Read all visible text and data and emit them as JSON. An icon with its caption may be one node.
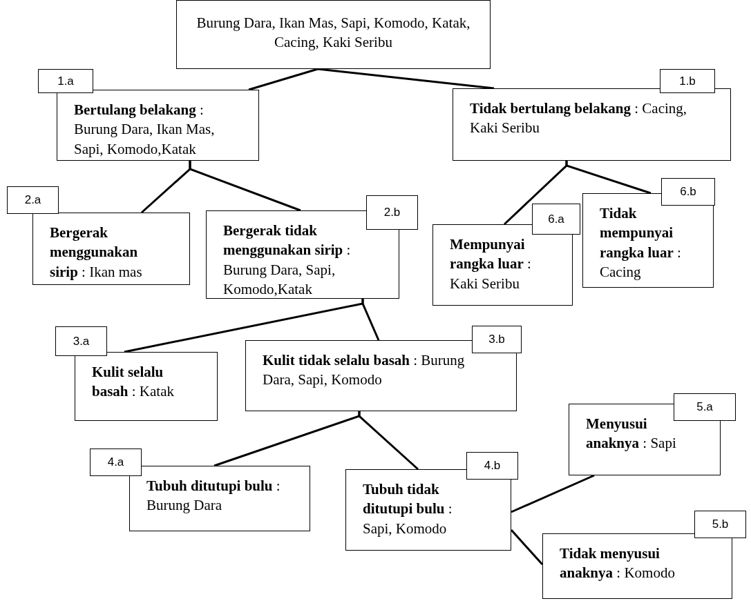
{
  "diagram": {
    "nodes": [
      {
        "text": [
          "Burung Dara, Ikan Mas, Sapi, Komodo, Katak, Cacing, Kaki Seribu"
        ]
      },
      {
        "text": [
          "1.a"
        ]
      },
      {
        "text": [
          "**Bertulang belakang** : Burung Dara, Ikan Mas, Sapi, Komodo,Katak"
        ]
      },
      {
        "text": [
          "1.b"
        ]
      },
      {
        "text": [
          "**Tidak bertulang belakang** : Cacing, Kaki Seribu"
        ]
      },
      {
        "text": [
          "2.a"
        ]
      },
      {
        "text": [
          "**Bergerak menggunakan sirip** : Ikan mas"
        ]
      },
      {
        "text": [
          "2.b"
        ]
      },
      {
        "text": [
          "**Bergerak tidak menggunakan sirip** : Burung Dara, Sapi, Komodo,Katak"
        ]
      },
      {
        "text": [
          "6.a"
        ]
      },
      {
        "text": [
          "**Mempunyai rangka luar** : Kaki Seribu"
        ]
      },
      {
        "text": [
          "6.b"
        ]
      },
      {
        "text": [
          "**Tidak mempunyai rangka luar** : Cacing"
        ]
      },
      {
        "text": [
          "3.a"
        ]
      },
      {
        "text": [
          "**Kulit selalu basah** : Katak"
        ]
      },
      {
        "text": [
          "3.b"
        ]
      },
      {
        "text": [
          "**Kulit tidak selalu basah** : Burung Dara, Sapi, Komodo"
        ]
      },
      {
        "text": [
          "4.a"
        ]
      },
      {
        "text": [
          "**Tubuh ditutupi bulu** : Burung Dara"
        ]
      },
      {
        "text": [
          "4.b"
        ]
      },
      {
        "text": [
          "**Tubuh tidak ditutupi bulu** : Sapi, Komodo"
        ]
      },
      {
        "text": [
          "5.a"
        ]
      },
      {
        "text": [
          "**Menyusui anaknya** : Sapi"
        ]
      },
      {
        "text": [
          "5.b"
        ]
      },
      {
        "text": [
          "**Tidak menyusui anaknya** : Komodo"
        ]
      }
    ],
    "edges": [
      {
        "from": 0,
        "to": 2,
        "arrow": "none"
      },
      {
        "from": 0,
        "to": 4,
        "arrow": "none"
      },
      {
        "from": 2,
        "to": 6,
        "arrow": "none"
      },
      {
        "from": 2,
        "to": 8,
        "arrow": "none"
      },
      {
        "from": 4,
        "to": 10,
        "arrow": "none"
      },
      {
        "from": 4,
        "to": 12,
        "arrow": "none"
      },
      {
        "from": 8,
        "to": 14,
        "arrow": "none"
      },
      {
        "from": 8,
        "to": 16,
        "arrow": "none"
      },
      {
        "from": 16,
        "to": 18,
        "arrow": "none"
      },
      {
        "from": 16,
        "to": 20,
        "arrow": "none"
      },
      {
        "from": 20,
        "to": 22,
        "arrow": "none"
      },
      {
        "from": 20,
        "to": 24,
        "arrow": "none"
      }
    ]
  }
}
